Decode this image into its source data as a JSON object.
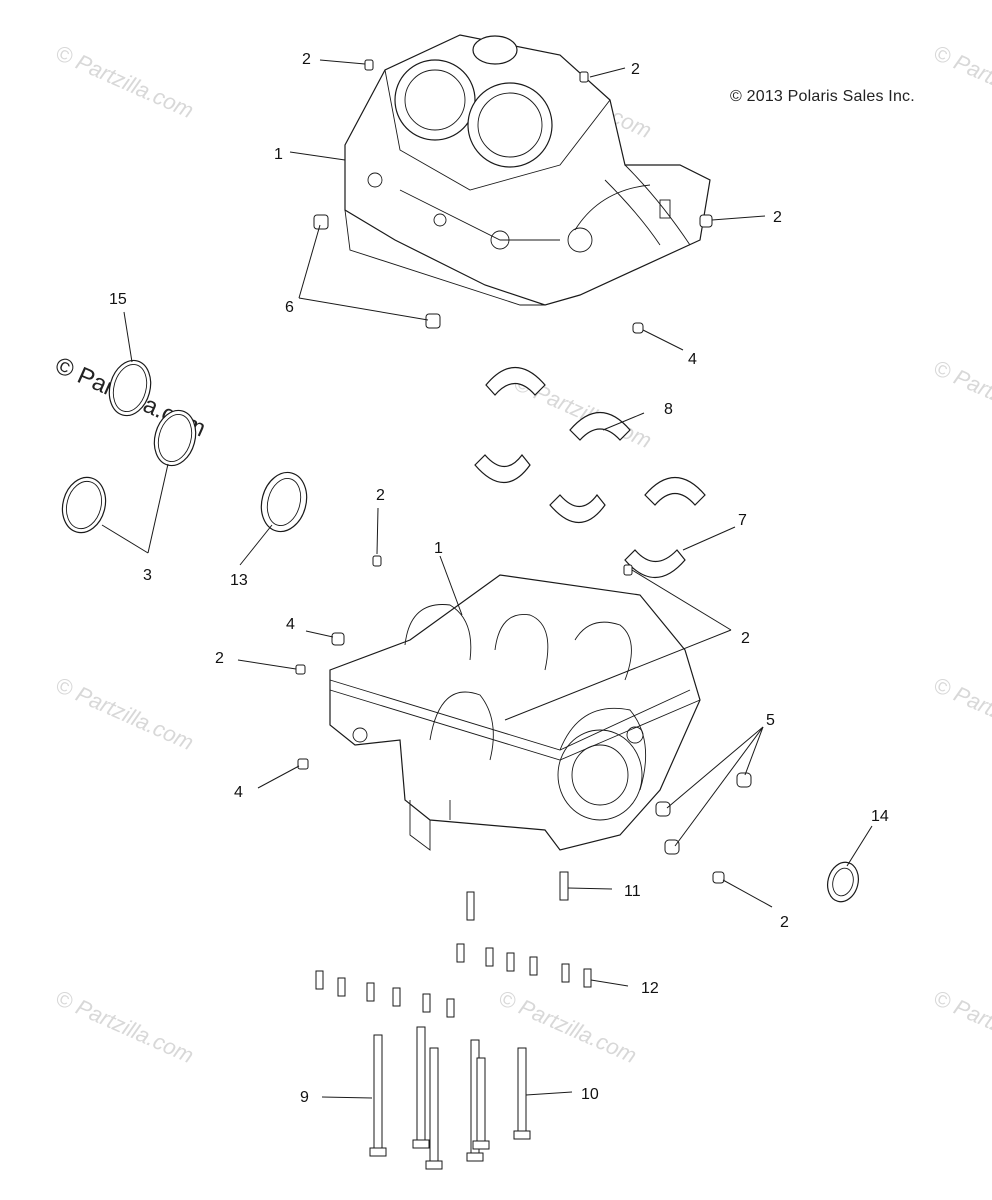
{
  "copyright": "© 2013 Polaris Sales Inc.",
  "watermark": "© Partzilla.com",
  "watermark_brand": "© Partzilla.com",
  "callouts": {
    "c1_top": "1",
    "c1_bottom": "1",
    "c2_a": "2",
    "c2_b": "2",
    "c2_c": "2",
    "c2_d": "2",
    "c2_e": "2",
    "c2_f": "2",
    "c2_g": "2",
    "c3": "3",
    "c4_a": "4",
    "c4_b": "4",
    "c4_c": "4",
    "c5": "5",
    "c6": "6",
    "c7": "7",
    "c8": "8",
    "c9": "9",
    "c10": "10",
    "c11": "11",
    "c12": "12",
    "c13": "13",
    "c14": "14",
    "c15": "15"
  }
}
